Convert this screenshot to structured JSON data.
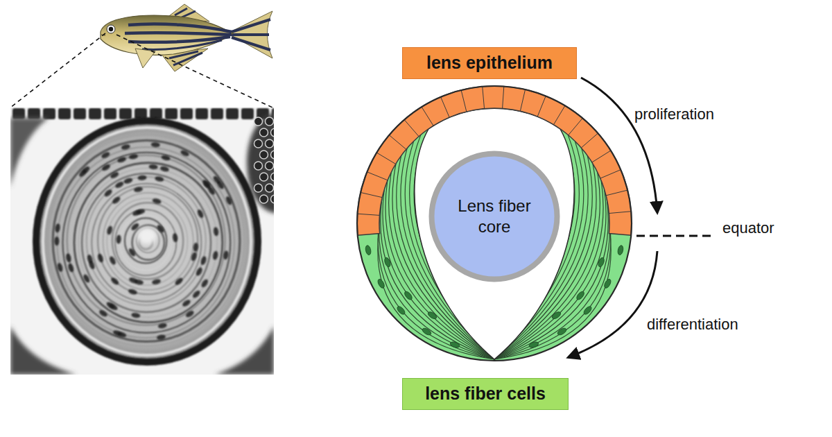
{
  "diagram": {
    "nodes": [
      {
        "text": [
          "lens epithelium"
        ]
      },
      {
        "text": [
          "Lens fiber core"
        ]
      },
      {
        "text": [
          "lens fiber cells"
        ]
      }
    ],
    "labels": [
      "proliferation",
      "equator",
      "differentiation"
    ]
  }
}
